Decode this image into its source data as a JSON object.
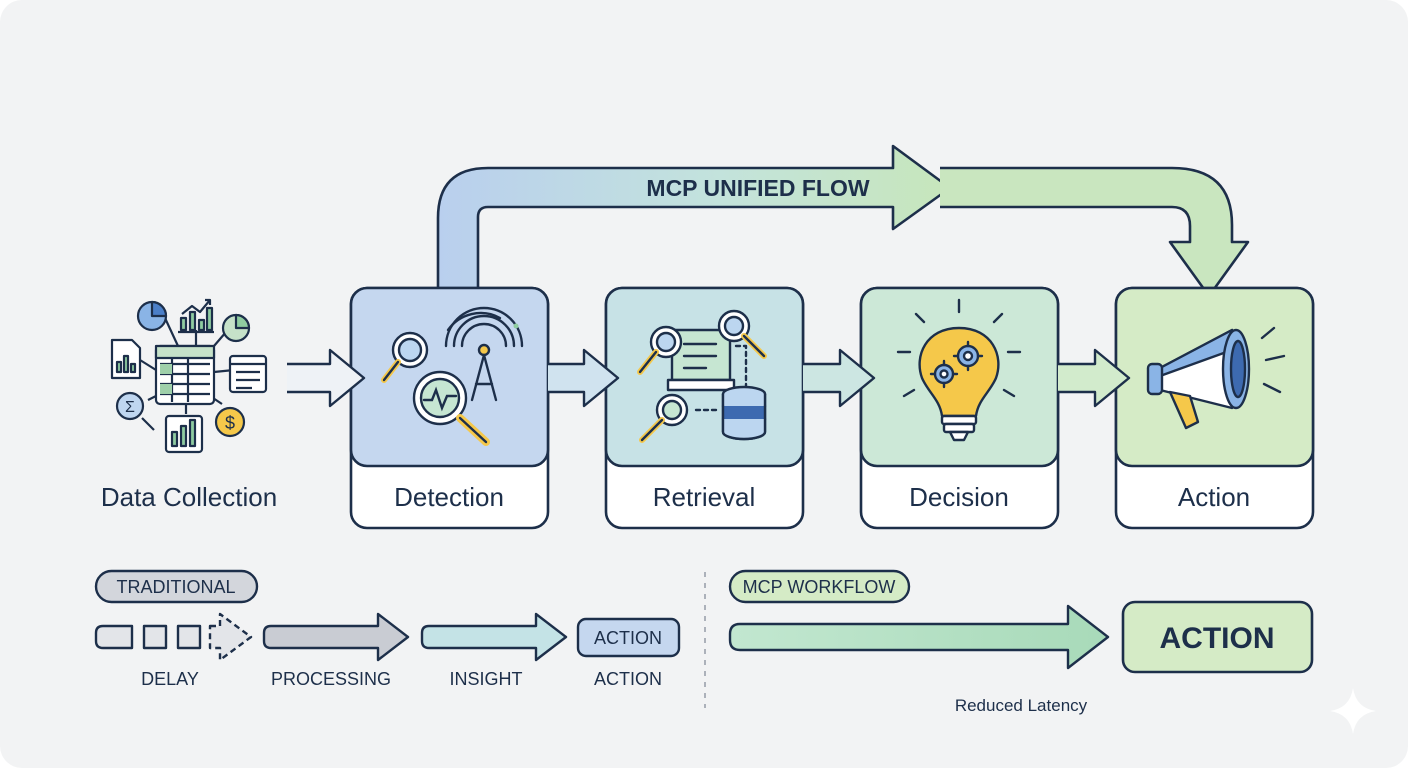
{
  "source": {
    "label": "Data Collection"
  },
  "top_flow": {
    "label": "MCP UNIFIED FLOW"
  },
  "stages": [
    {
      "label": "Detection",
      "icon": "magnifier-signal-icon",
      "color": "#c5d7ef"
    },
    {
      "label": "Retrieval",
      "icon": "document-database-search-icon",
      "color": "#c7e2e6"
    },
    {
      "label": "Decision",
      "icon": "lightbulb-gears-icon",
      "color": "#cce8d7"
    },
    {
      "label": "Action",
      "icon": "megaphone-icon",
      "color": "#d5ebc6"
    }
  ],
  "traditional": {
    "badge": "TRADITIONAL",
    "steps": [
      "DELAY",
      "PROCESSING",
      "INSIGHT",
      "ACTION"
    ],
    "action_box": "ACTION"
  },
  "mcp": {
    "badge": "MCP WORKFLOW",
    "action_box": "ACTION",
    "caption": "Reduced Latency"
  },
  "colors": {
    "ink": "#1d2f4a",
    "blue": "#c5d7ef",
    "teal": "#c7e2e6",
    "green": "#cce8d7",
    "lime": "#d5ebc6",
    "gray": "#d3d6dc",
    "yellow": "#f5c84a"
  }
}
